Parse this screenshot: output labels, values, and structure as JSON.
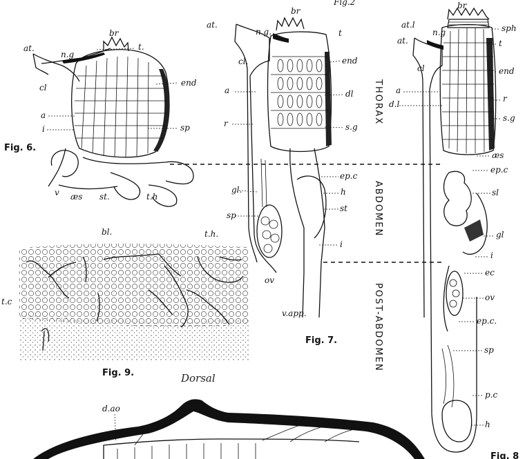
{
  "fig6": {
    "caption": "Fig. 6.",
    "labels": {
      "at": "at.",
      "ng": "n.g",
      "br": "br",
      "t": "t.",
      "cl": "cl",
      "end": "end",
      "sp": "sp",
      "a": "a",
      "i": "i",
      "v": "v",
      "oes": "æs",
      "st": "st.",
      "th": "t.h"
    }
  },
  "fig7": {
    "caption": "Fig. 7.",
    "labels": {
      "at": "at.",
      "ng": "n.g.",
      "br": "br",
      "t": "t",
      "cl": "cl.",
      "end": "end",
      "a": "a",
      "dl": "dl",
      "r": "r",
      "sg": "s.g",
      "epc": "ep.c",
      "gl": "gl.",
      "h": "h",
      "st": "st",
      "sp": "sp",
      "i": "i",
      "ov": "ov",
      "vapp": "v.app."
    }
  },
  "fig8": {
    "caption": "Fig. 8",
    "labels": {
      "br": "br",
      "atl": "at.l",
      "ng": "n.g",
      "sph": "sph",
      "at": "at.",
      "t": "t",
      "cl": "cl",
      "end": "end",
      "a": "a",
      "dl": "d.l",
      "r": "r",
      "sg": "s.g",
      "oes": "æs",
      "epc": "ep.c",
      "sl": "sl",
      "gl": "gl",
      "i": "i",
      "ec": "ec",
      "ov": "ov",
      "epc2": "ep.c.",
      "sp": "sp",
      "pc": "p.c",
      "h": "h"
    }
  },
  "fig9": {
    "caption": "Fig. 9.",
    "labels": {
      "bl": "bl.",
      "th": "t.h.",
      "tc": "t.c"
    }
  },
  "fig10": {
    "heading": "Dorsal",
    "labels": {
      "dao": "d.ao"
    }
  },
  "regions": {
    "thorax": "THORAX",
    "abdomen": "ABDOMEN",
    "post_abdomen": "POST-ABDOMEN"
  },
  "top_fragment": "Fig.2"
}
